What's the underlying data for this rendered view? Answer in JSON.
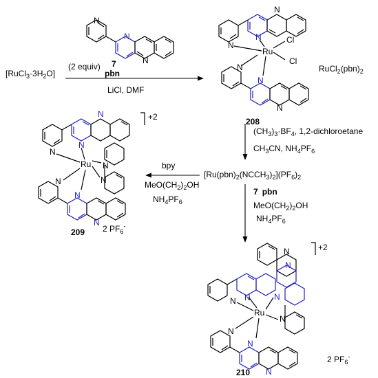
{
  "reagents": {
    "ligand_equiv": "(2 equiv)",
    "ligand_number": "7",
    "ligand_name": "pbn",
    "start": "[RuCl",
    "start_sub1": "3",
    "start_mid": "·3H",
    "start_sub2": "2",
    "start_end": "O]",
    "step1_conditions": "LiCl, DMF"
  },
  "complex_208": {
    "number": "208",
    "formula": "RuCl",
    "formula_sub": "2",
    "formula_paren": "(pbn)",
    "formula_sub2": "2",
    "metal": "Ru",
    "cl1": "Cl",
    "cl2": "Cl"
  },
  "step2": {
    "line1_a": "(CH",
    "line1_sub1": "3",
    "line1_b": ")",
    "line1_sub2": "3",
    "line1_c": "·BF",
    "line1_sub3": "4",
    "line1_d": ", 1,2-dichloroetane",
    "line2_a": "CH",
    "line2_sub1": "3",
    "line2_b": "CN,  NH",
    "line2_sub2": "4",
    "line2_c": "PF",
    "line2_sub3": "6"
  },
  "intermediate": {
    "a": "[Ru(pbn)",
    "s1": "2",
    "b": "(NCCH",
    "s2": "3",
    "c": ")",
    "s3": "2",
    "d": "](PF",
    "s4": "6",
    "e": ")",
    "s5": "2"
  },
  "left_branch": {
    "reagent": "bpy",
    "solvent_a": "MeO(CH",
    "solvent_s": "2",
    "solvent_b": ")",
    "solvent_s2": "2",
    "solvent_c": "OH",
    "salt_a": "NH",
    "salt_s": "4",
    "salt_b": "PF",
    "salt_s2": "6"
  },
  "right_branch": {
    "number": "7",
    "name": "pbn",
    "solvent_a": "MeO(CH",
    "solvent_s": "2",
    "solvent_b": ")",
    "solvent_s2": "2",
    "solvent_c": "OH",
    "salt_a": "NH",
    "salt_s": "4",
    "salt_b": "PF",
    "salt_s2": "6"
  },
  "complex_209": {
    "number": "209",
    "charge": "+2",
    "metal": "Ru",
    "counterion": "2 PF",
    "counterion_sub": "6",
    "counterion_sup": "-"
  },
  "complex_210": {
    "number": "210",
    "charge": "+2",
    "metal": "Ru",
    "counterion": "2 PF",
    "counterion_sub": "6",
    "counterion_sup": "-"
  },
  "atom_N": "N",
  "colors": {
    "pbn_ring": "#1f1fbf",
    "text": "#000000"
  }
}
